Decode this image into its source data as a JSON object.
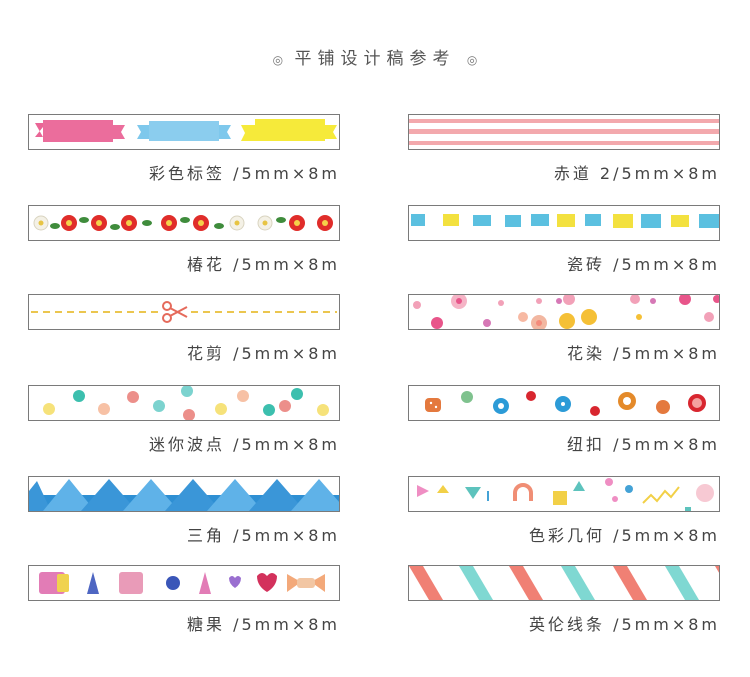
{
  "title": "平铺设计稿参考",
  "title_mark": "◎",
  "items": [
    {
      "label": "彩色标签 /5mm×8m",
      "pattern": "colorful-labels",
      "colors": [
        "#e8548b",
        "#7ec8ec",
        "#f6ea3a"
      ]
    },
    {
      "label": "赤道 2/5mm×8m",
      "pattern": "equator-stripes",
      "colors": [
        "#f3a9ad"
      ]
    },
    {
      "label": "椿花 /5mm×8m",
      "pattern": "camellia",
      "colors": [
        "#e02d2a",
        "#3f8c3c",
        "#f4f1e6"
      ]
    },
    {
      "label": "瓷砖 /5mm×8m",
      "pattern": "tiles",
      "colors": [
        "#5bc0e0",
        "#f3e13f"
      ]
    },
    {
      "label": "花剪 /5mm×8m",
      "pattern": "scissors-line",
      "colors": [
        "#ebc64f",
        "#e56a5b"
      ]
    },
    {
      "label": "花染 /5mm×8m",
      "pattern": "flower-dye",
      "colors": [
        "#e8558a",
        "#f5c036",
        "#f2a1b8"
      ]
    },
    {
      "label": "迷你波点 /5mm×8m",
      "pattern": "mini-dots",
      "colors": [
        "#f6e27a",
        "#3cbfae",
        "#f7c1a5",
        "#ec8f8a",
        "#7cd3cf"
      ]
    },
    {
      "label": "纽扣 /5mm×8m",
      "pattern": "buttons",
      "colors": [
        "#e4793e",
        "#2c9bd7",
        "#d8262f",
        "#7fc28e"
      ]
    },
    {
      "label": "三角 /5mm×8m",
      "pattern": "triangles",
      "colors": [
        "#2e8fd3",
        "#5fb2e8"
      ]
    },
    {
      "label": "色彩几何 /5mm×8m",
      "pattern": "color-geometry",
      "colors": [
        "#ef8ec3",
        "#5dc3bd",
        "#f2d047",
        "#f08e75",
        "#44a2d6"
      ]
    },
    {
      "label": "糖果 /5mm×8m",
      "pattern": "candy",
      "colors": [
        "#e27cb6",
        "#4e66c2",
        "#d3315c",
        "#f3a97a"
      ]
    },
    {
      "label": "英伦线条 /5mm×8m",
      "pattern": "british-stripes",
      "colors": [
        "#f08074",
        "#7fd8d2"
      ]
    }
  ]
}
